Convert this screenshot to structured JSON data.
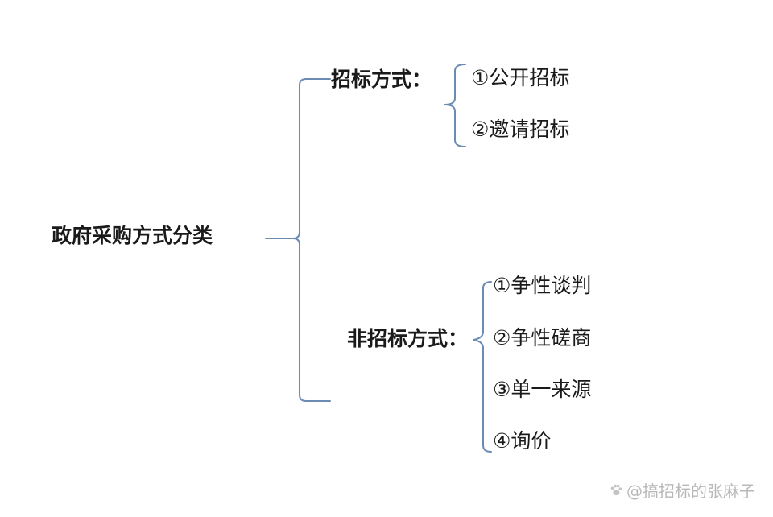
{
  "root": {
    "label": "政府采购方式分类"
  },
  "categories": [
    {
      "label": "招标方式：",
      "items": [
        "①公开招标",
        "②邀请招标"
      ]
    },
    {
      "label": "非招标方式：",
      "items": [
        "①争性谈判",
        "②争性磋商",
        "③单一来源",
        "④询价"
      ]
    }
  ],
  "watermark": {
    "text": "@搞招标的张麻子",
    "icon": "paw-icon"
  },
  "colors": {
    "bracket": "#6b8bb5",
    "text": "#1a1a1a",
    "watermark": "#b8b8b8"
  }
}
